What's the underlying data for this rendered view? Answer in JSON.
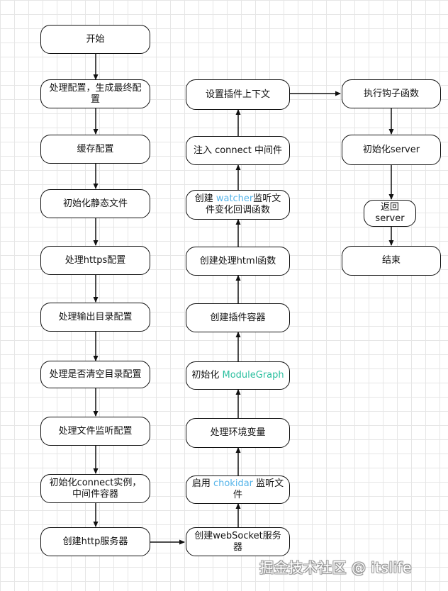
{
  "nodes": {
    "start": "开始",
    "process_config": "处理配置，生成最终配置",
    "cache_config": "缓存配置",
    "init_static": "初始化静态文件",
    "https_config": "处理https配置",
    "output_dir": "处理输出目录配置",
    "clear_dir": "处理是否清空目录配置",
    "file_watch_config": "处理文件监听配置",
    "init_connect": "初始化connect实例，中间件容器",
    "create_http": "创建http服务器",
    "create_websocket": "创建webSocket服务器",
    "enable_chokidar": {
      "before": "启用 ",
      "highlight": "chokidar",
      "after": " 监听文件"
    },
    "env_vars": "处理环境变量",
    "init_module_graph": {
      "before": "初始化 ",
      "highlight": "ModuleGraph",
      "after": ""
    },
    "plugin_container": "创建插件容器",
    "html_fn": "创建处理html函数",
    "watcher": {
      "before": "创建 ",
      "highlight": "watcher",
      "after": "监听文件变化回调函数"
    },
    "inject_connect": "注入 connect 中间件",
    "plugin_context": "设置插件上下文",
    "exec_hooks": "执行钩子函数",
    "init_server": "初始化server",
    "return_server": "返回server",
    "end": "结束"
  },
  "colors": {
    "highlight_blue": "#56b4e9",
    "highlight_teal": "#2bbf9f",
    "stroke": "#111111"
  },
  "watermark": "掘金技术社区 @ itslife"
}
